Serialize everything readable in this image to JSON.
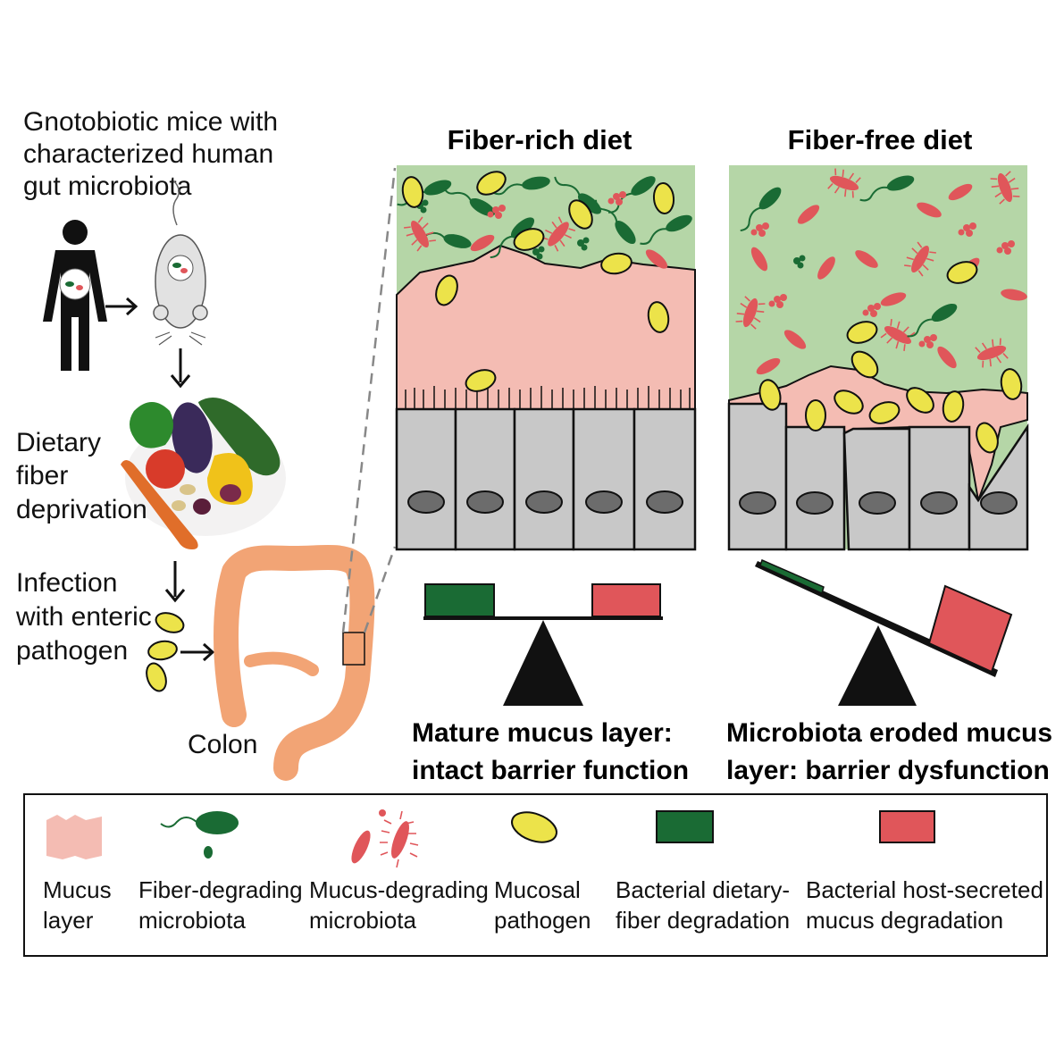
{
  "intro": {
    "line1": "Gnotobiotic mice with",
    "line2": "characterized human",
    "line3": "gut microbiota"
  },
  "steps": {
    "diet_line1": "Dietary",
    "diet_line2": "fiber",
    "diet_line3": "deprivation",
    "infection_line1": "Infection",
    "infection_line2": "with enteric",
    "infection_line3": "pathogen",
    "colon": "Colon"
  },
  "panels": {
    "fiber_rich": {
      "title": "Fiber-rich diet",
      "caption_line1": "Mature mucus layer:",
      "caption_line2": "intact barrier function"
    },
    "fiber_free": {
      "title": "Fiber-free diet",
      "caption_line1": "Microbiota eroded mucus",
      "caption_line2": "layer: barrier dysfunction"
    }
  },
  "legend": {
    "mucus_line1": "Mucus",
    "mucus_line2": "layer",
    "fiber_microbiota_line1": "Fiber-degrading",
    "fiber_microbiota_line2": "microbiota",
    "mucus_microbiota_line1": "Mucus-degrading",
    "mucus_microbiota_line2": "microbiota",
    "pathogen_line1": "Mucosal",
    "pathogen_line2": "pathogen",
    "fiber_degradation_line1": "Bacterial dietary-",
    "fiber_degradation_line2": "fiber degradation",
    "mucus_degradation_line1": "Bacterial host-secreted",
    "mucus_degradation_line2": "mucus degradation"
  },
  "colors": {
    "lumen_green": "#b5d6a7",
    "mucus_pink": "#f4bcb3",
    "fiber_bacteria_green": "#1a6b34",
    "mucus_bacteria_red": "#e0565a",
    "pathogen_yellow": "#ece34a",
    "epithelium_gray": "#c8c8c8",
    "nucleus_gray": "#6c6c6c",
    "colon_orange": "#f2a475"
  }
}
